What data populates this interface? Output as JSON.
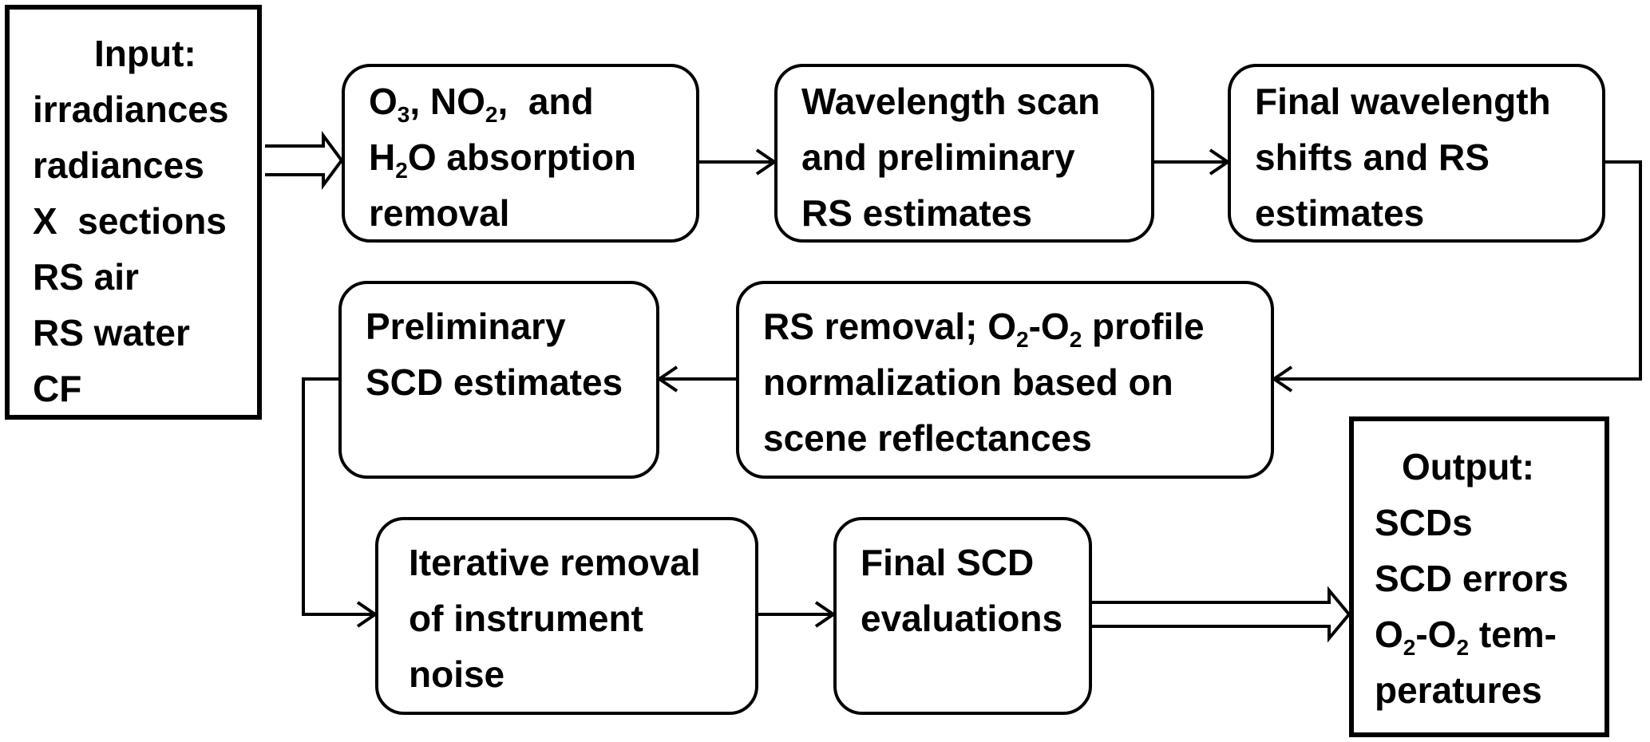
{
  "input": {
    "title": "Input:",
    "items": [
      "irradiances",
      "radiances",
      "X  sections",
      "RS air",
      "RS water",
      "CF"
    ]
  },
  "boxes": {
    "absorption": {
      "l1_a": "O",
      "l1_sub1": "3",
      "l1_b": ", NO",
      "l1_sub2": "2",
      "l1_c": ",  and",
      "l2_a": "H",
      "l2_sub": "2",
      "l2_b": "O absorption",
      "l3": "removal"
    },
    "wavelength_scan": {
      "lines": [
        "Wavelength scan",
        "and preliminary",
        "RS estimates"
      ]
    },
    "final_shifts": {
      "lines": [
        "Final wavelength",
        "shifts and RS",
        "estimates"
      ]
    },
    "rs_removal": {
      "l1_a": "RS removal; O",
      "l1_sub1": "2",
      "l1_b": "-O",
      "l1_sub2": "2",
      "l1_c": " profile",
      "l2": "normalization based on",
      "l3": "scene reflectances"
    },
    "preliminary_scd": {
      "lines": [
        "Preliminary",
        "SCD estimates"
      ]
    },
    "iterative_removal": {
      "lines": [
        "Iterative removal",
        "of instrument",
        "noise"
      ]
    },
    "final_scd": {
      "lines": [
        "Final SCD",
        "evaluations"
      ]
    }
  },
  "output": {
    "title": "Output:",
    "item1": "SCDs",
    "item2": "SCD errors",
    "item3_a": "O",
    "item3_sub1": "2",
    "item3_b": "-O",
    "item3_sub2": "2",
    "item3_c": " tem-",
    "item4": "peratures"
  }
}
